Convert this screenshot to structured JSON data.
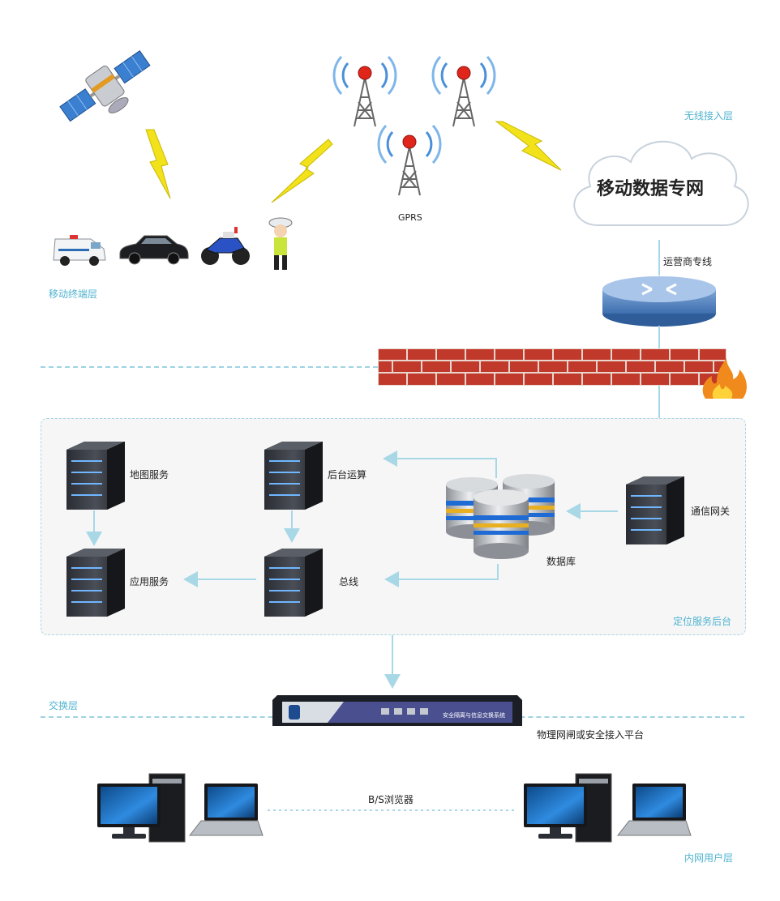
{
  "layers": {
    "wireless": "无线接入层",
    "mobile_terminal": "移动终端层",
    "backend": "定位服务后台",
    "exchange": "交换层",
    "intranet": "内网用户层"
  },
  "nodes": {
    "cloud": "移动数据专网",
    "gprs": "GPRS",
    "carrier_line": "运营商专线",
    "map_service": "地图服务",
    "backend_compute": "后台运算",
    "app_service": "应用服务",
    "bus": "总线",
    "database": "数据库",
    "comm_gateway": "通信网关",
    "gatekeeper": "物理网闸或安全接入平台",
    "gatekeeper_panel": "安全隔离与信息交换系统",
    "browser": "B/S浏览器"
  },
  "colors": {
    "layer_label": "#4fb3d0",
    "dashed_line": "#9fd3e3",
    "arrow": "#a8d8e6",
    "brick": "#c0392b",
    "lightning": "#f2e21b"
  },
  "icons": [
    "satellite-icon",
    "cell-tower-icon",
    "lightning-icon",
    "cloud-icon",
    "router-icon",
    "firewall-icon",
    "fire-icon",
    "server-icon",
    "database-icon",
    "gatekeeper-device-icon",
    "desktop-computer-icon",
    "laptop-icon",
    "ambulance-icon",
    "car-icon",
    "motorcycle-icon",
    "police-officer-icon"
  ]
}
